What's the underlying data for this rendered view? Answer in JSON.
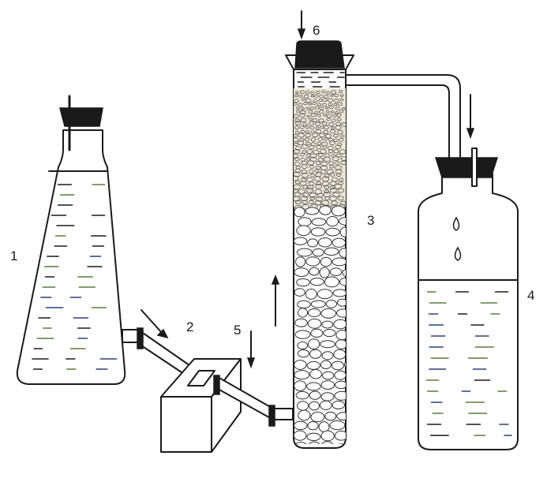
{
  "labels": {
    "vessel_1": "1",
    "box_2": "2",
    "column_3": "3",
    "vessel_4": "4",
    "clamp_5": "5",
    "stopper_6": "6"
  },
  "colors": {
    "ink": "#1a1a1a",
    "liquid_dash_green": "#5d7a3a",
    "liquid_dash_blue": "#2e3f7a",
    "sand_tint": "#e9e6d4"
  }
}
